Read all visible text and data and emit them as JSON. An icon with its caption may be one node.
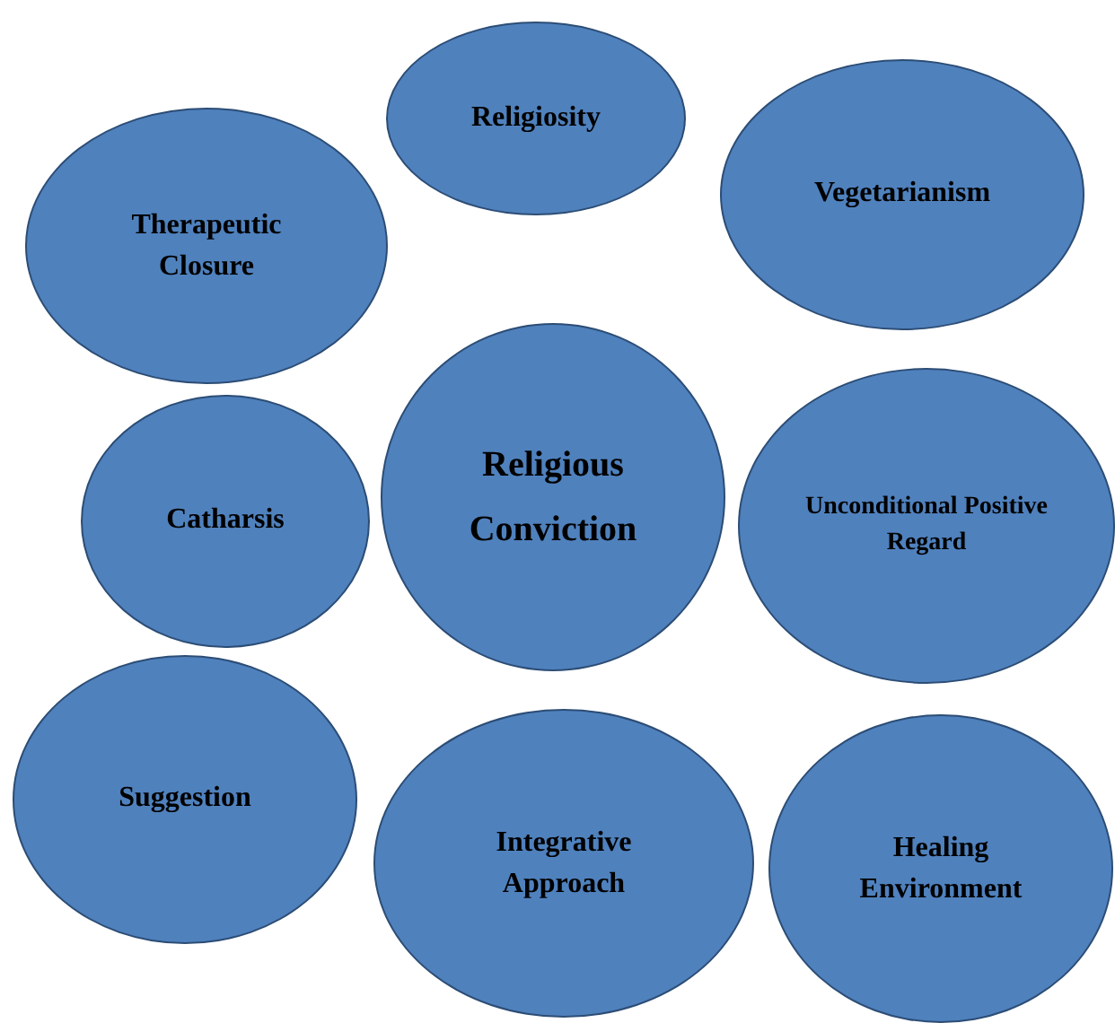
{
  "diagram": {
    "nodes": [
      {
        "text": [
          "Religiosity"
        ]
      },
      {
        "text": [
          "Vegetarianism"
        ]
      },
      {
        "text": [
          "Therapeutic Closure"
        ]
      },
      {
        "text": [
          "Catharsis"
        ]
      },
      {
        "text": [
          "Religious Conviction"
        ]
      },
      {
        "text": [
          "Unconditional Positive Regard"
        ]
      },
      {
        "text": [
          "Suggestion"
        ]
      },
      {
        "text": [
          "Integrative Approach"
        ]
      },
      {
        "text": [
          "Healing Environment"
        ]
      }
    ]
  }
}
